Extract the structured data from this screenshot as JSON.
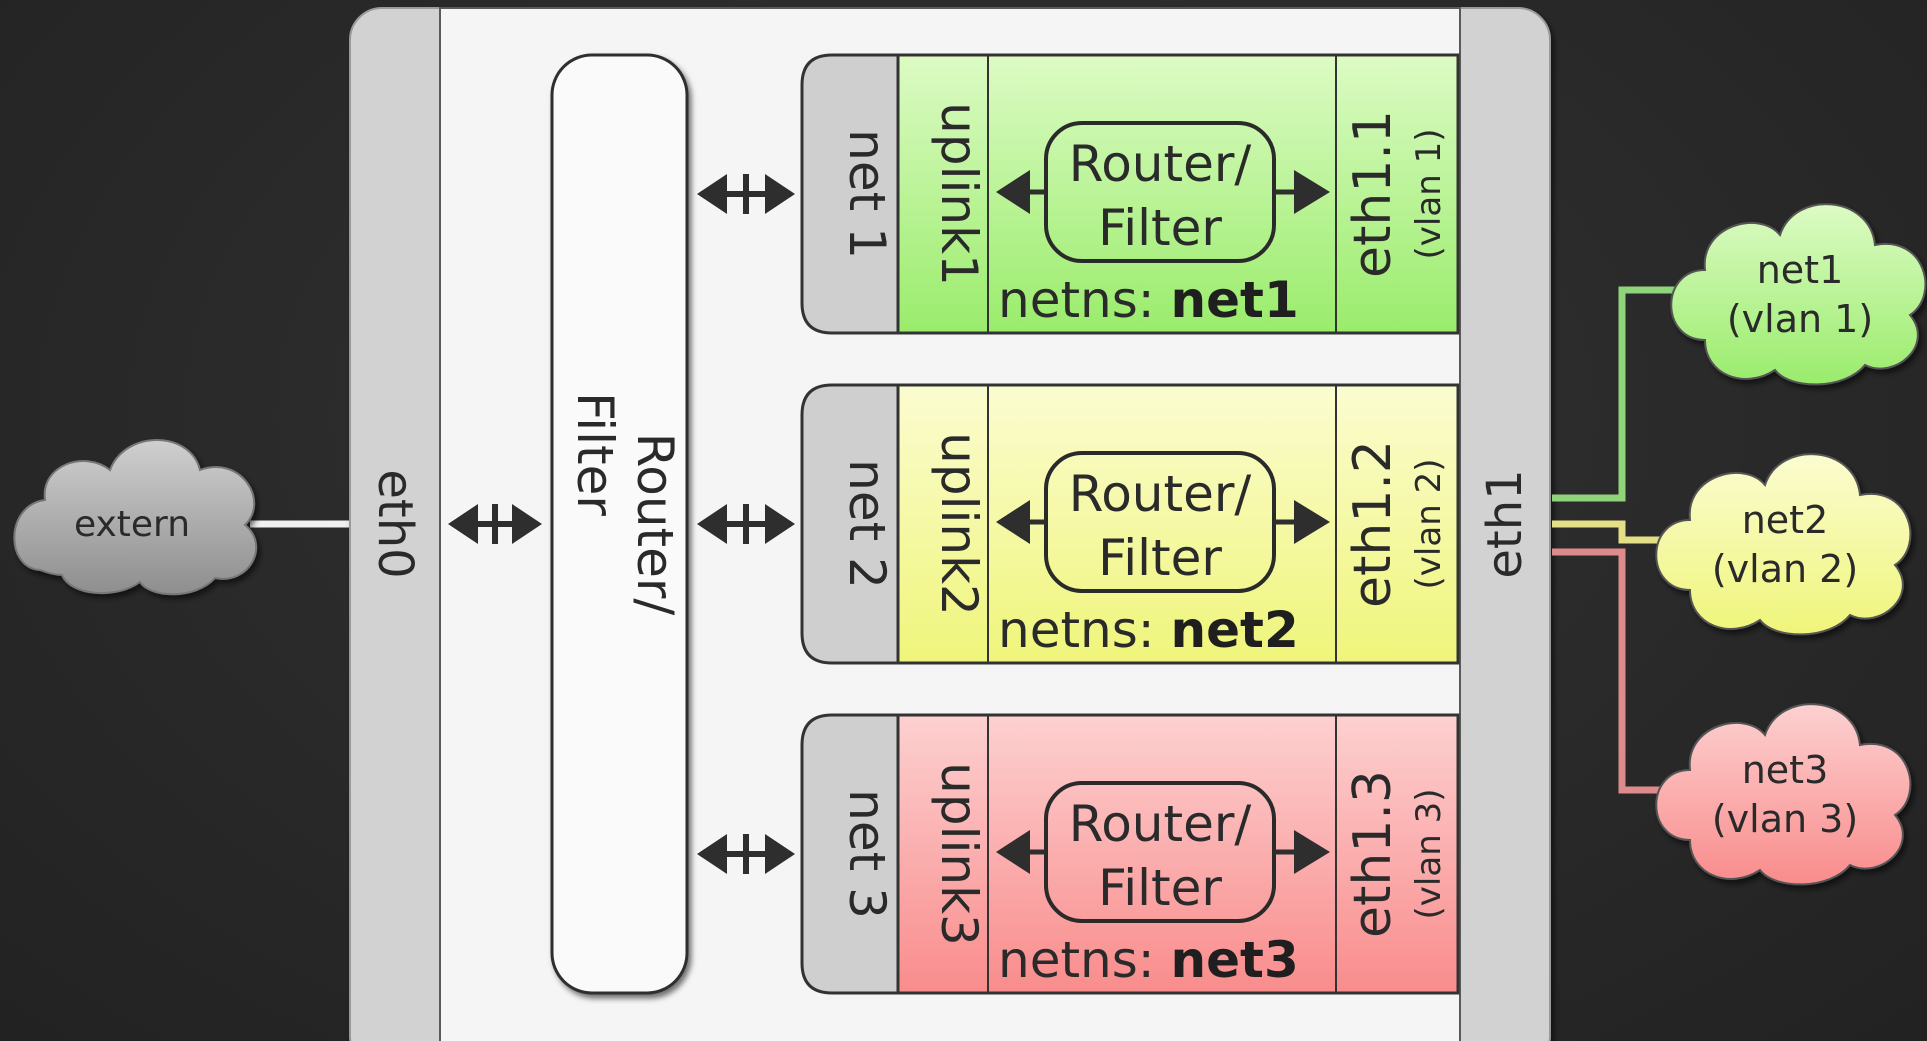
{
  "colors": {
    "green": "#a8ef7e",
    "yellow": "#f2f792",
    "red": "#fba2a2",
    "host_grey": "#d4d4d4",
    "inner": "#f4f4f4",
    "line_green": "#8fd37a",
    "line_yellow": "#e3df86",
    "line_red": "#e08b8b",
    "line_extern": "#f0f0f0"
  },
  "host": {
    "eth0_label": "eth0",
    "eth1_label": "eth1",
    "central_router_label_line1": "Router/",
    "central_router_label_line2": "Filter"
  },
  "extern_cloud": {
    "label": "extern"
  },
  "namespaces": [
    {
      "net_label": "net 1",
      "uplink_label": "uplink1",
      "router_line1": "Router/",
      "router_line2": "Filter",
      "netns_prefix": "netns: ",
      "netns_name": "net1",
      "iface_label": "eth1.1",
      "vlan_label": "(vlan 1)",
      "color_key": "green"
    },
    {
      "net_label": "net 2",
      "uplink_label": "uplink2",
      "router_line1": "Router/",
      "router_line2": "Filter",
      "netns_prefix": "netns: ",
      "netns_name": "net2",
      "iface_label": "eth1.2",
      "vlan_label": "(vlan 2)",
      "color_key": "yellow"
    },
    {
      "net_label": "net 3",
      "uplink_label": "uplink3",
      "router_line1": "Router/",
      "router_line2": "Filter",
      "netns_prefix": "netns: ",
      "netns_name": "net3",
      "iface_label": "eth1.3",
      "vlan_label": "(vlan 3)",
      "color_key": "red"
    }
  ],
  "clouds": [
    {
      "line1": "net1",
      "line2": "(vlan 1)",
      "color_key": "green"
    },
    {
      "line1": "net2",
      "line2": "(vlan 2)",
      "color_key": "yellow"
    },
    {
      "line1": "net3",
      "line2": "(vlan 3)",
      "color_key": "red"
    }
  ]
}
